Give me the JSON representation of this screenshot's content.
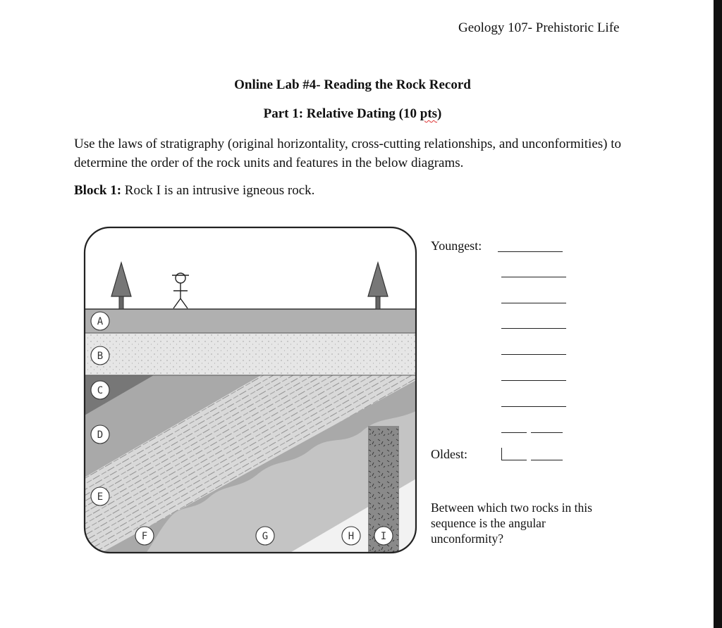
{
  "header": {
    "course": "Geology 107- Prehistoric Life"
  },
  "lab": {
    "title": "Online Lab #4- Reading the Rock Record",
    "part_title_prefix": "Part 1: Relative Dating (10 ",
    "part_title_pts": "pts",
    "part_title_suffix": ")"
  },
  "instructions": "Use the laws of stratigraphy (original horizontality, cross-cutting relationships, and unconformities) to determine the order of the rock units and features in the below diagrams.",
  "block": {
    "label": "Block 1:",
    "text": " Rock I is an intrusive igneous rock."
  },
  "diagram": {
    "units": [
      "A",
      "B",
      "C",
      "D",
      "E",
      "F",
      "G",
      "H",
      "I"
    ],
    "colors": {
      "sky": "#ffffff",
      "layer_a": "#b0b0b0",
      "layer_b": "#e6e6e6",
      "layer_c": "#777777",
      "layer_d": "#a9a9a9",
      "layer_e": "#d9d9d9",
      "layer_g": "#c4c4c4",
      "layer_h": "#f2f2f2",
      "intrusion_i": "#8a8a8a",
      "tree": "#777777",
      "outline": "#222222"
    }
  },
  "answers": {
    "youngest_label": "Youngest:",
    "oldest_label": "Oldest:"
  },
  "question": "Between which two rocks in this sequence is the angular unconformity?"
}
